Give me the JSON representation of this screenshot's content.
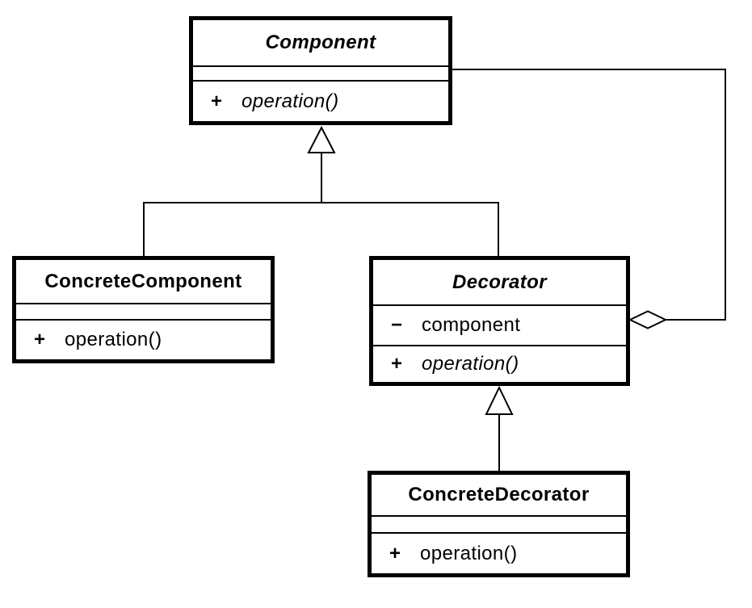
{
  "colors": {
    "line": "#000000",
    "box_fill": "#ffffff",
    "background": "#ffffff"
  },
  "classes": {
    "component": {
      "name": "Component",
      "abstract": true,
      "attributes": [],
      "operations": [
        {
          "visibility": "+",
          "signature": "operation()",
          "abstract": true
        }
      ]
    },
    "concrete_component": {
      "name": "ConcreteComponent",
      "abstract": false,
      "attributes": [],
      "operations": [
        {
          "visibility": "+",
          "signature": "operation()",
          "abstract": false
        }
      ]
    },
    "decorator": {
      "name": "Decorator",
      "abstract": true,
      "attributes": [
        {
          "visibility": "−",
          "name": "component"
        }
      ],
      "operations": [
        {
          "visibility": "+",
          "signature": "operation()",
          "abstract": true
        }
      ]
    },
    "concrete_decorator": {
      "name": "ConcreteDecorator",
      "abstract": false,
      "attributes": [],
      "operations": [
        {
          "visibility": "+",
          "signature": "operation()",
          "abstract": false
        }
      ]
    }
  },
  "relationships": [
    {
      "type": "generalization",
      "from": "ConcreteComponent",
      "to": "Component"
    },
    {
      "type": "generalization",
      "from": "Decorator",
      "to": "Component"
    },
    {
      "type": "generalization",
      "from": "ConcreteDecorator",
      "to": "Decorator"
    },
    {
      "type": "aggregation",
      "owner": "Decorator",
      "part": "Component"
    }
  ]
}
